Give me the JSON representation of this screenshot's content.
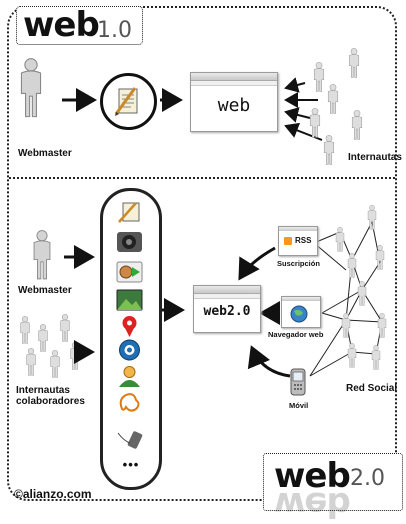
{
  "top": {
    "logo_word": "web",
    "logo_version": "1.0",
    "webmaster_label": "Webmaster",
    "browser_text": "web",
    "users_label": "Internautas"
  },
  "bottom": {
    "webmaster_label": "Webmaster",
    "users_label_line1": "Internautas",
    "users_label_line2": "colaboradores",
    "browser_text": "web2.0",
    "rss_label": "RSS",
    "subscription_label": "Suscripción",
    "browser_label": "Navegador web",
    "mobile_label": "Móvil",
    "social_label": "Red Social",
    "tools_more": "•••",
    "logo_word": "web",
    "logo_version": "2.0"
  },
  "footer": {
    "credit": "©alianzo.com"
  },
  "colors": {
    "ink": "#111111",
    "accent": "#e07a10",
    "frame": "#222222"
  }
}
